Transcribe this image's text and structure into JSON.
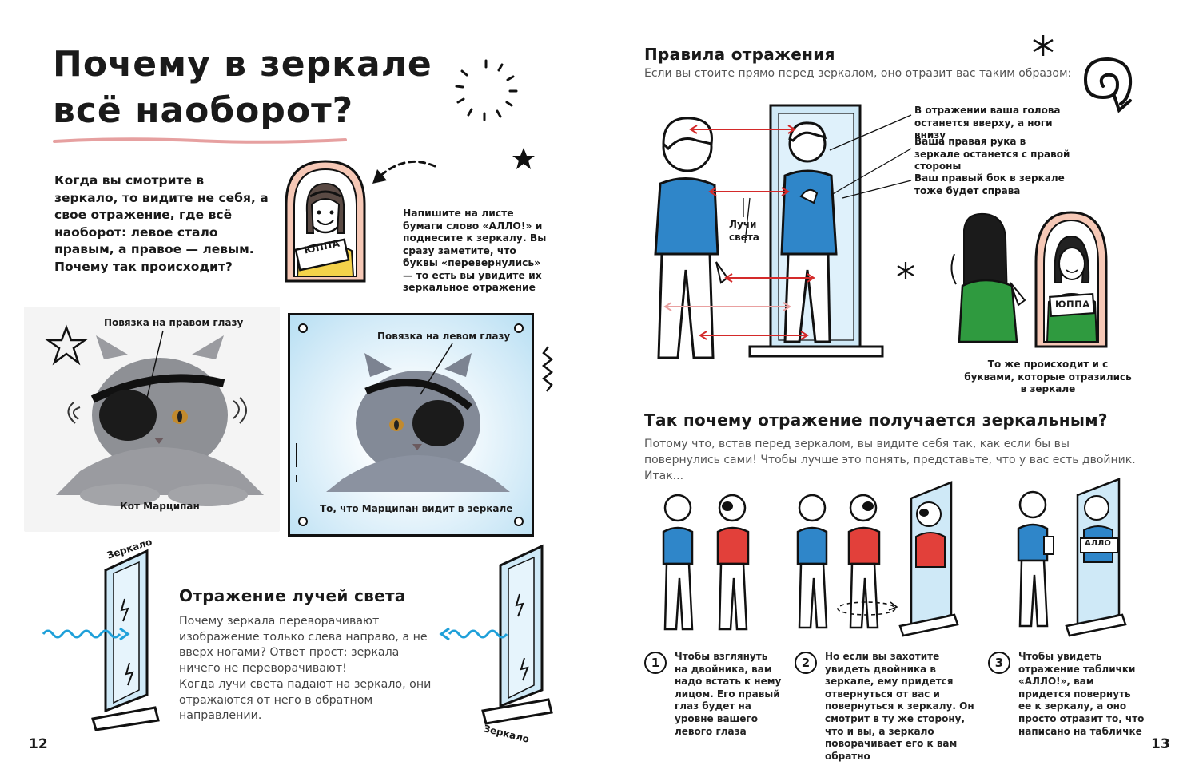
{
  "left_page": {
    "title_line1": "Почему в зеркале",
    "title_line2": "всё наоборот?",
    "intro": "Когда вы смотрите в зеркало, то видите не себя, а свое отражение, где всё наоборот: левое стало правым, а правое — левым. Почему так происходит?",
    "sign_text": "ЮППА",
    "note": "Напишите на листе бумаги слово «АЛЛО!» и поднесите к зеркалу. Вы сразу заметите, что буквы «перевернулись» — то есть вы увидите их зеркальное отражение",
    "cat_left_label": "Повязка на правом глазу",
    "cat_left_caption": "Кот Марципан",
    "cat_right_label": "Повязка на левом глазу",
    "cat_right_caption": "То, что Марципан видит в зеркале",
    "mirror_label_top": "Зеркало",
    "mirror_label_bottom": "Зеркало",
    "section_title": "Отражение лучей света",
    "section_p1": "Почему зеркала переворачивают изображение только слева направо, а не вверх ногами? Ответ прост: зеркала ничего не переворачивают!",
    "section_p2": "Когда лучи света падают на зеркало, они отражаются от него в обратном направлении.",
    "page_number": "12"
  },
  "right_page": {
    "rules_title": "Правила отражения",
    "rules_sub": "Если вы стоите прямо перед зеркалом, оно отразит вас таким образом:",
    "rule1": "В отражении ваша голова останется вверху, а ноги внизу",
    "rule2": "Ваша правая рука в зеркале останется с правой стороны",
    "rule3": "Ваш правый бок в зеркале тоже будет справа",
    "rays_label": "Лучи света",
    "letters_caption": "То же происходит и с буквами, которые отразились в зеркале",
    "sign_text": "ЮППА",
    "why_title": "Так почему отражение получается зеркальным?",
    "why_sub": "Потому что, встав перед зеркалом, вы видите себя так, как если бы вы повернулись сами! Чтобы лучше это понять, представьте, что у вас есть двойник. Итак...",
    "mirror_sign_text": "АЛЛО",
    "steps": [
      {
        "num": "1",
        "text": "Чтобы взглянуть на двойника, вам надо встать к нему лицом. Его правый глаз будет на уровне вашего левого глаза"
      },
      {
        "num": "2",
        "text": "Но если вы захотите увидеть двойника в зеркале, ему придется отвернуться от вас и повернуться к зеркалу. Он смотрит в ту же сторону, что и вы, а зеркало поворачивает его к вам обратно"
      },
      {
        "num": "3",
        "text": "Чтобы увидеть отражение таблички «АЛЛО!», вам придется повернуть ее к зеркалу, а оно просто отразит то, что написано на табличке"
      }
    ],
    "page_number": "13"
  },
  "colors": {
    "blue": "#2f86c9",
    "red": "#e2403a",
    "mirror": "#cfe9f7",
    "arrow_red": "#d42a2a",
    "green": "#2f9a3f",
    "pink_underline": "#e6a0a0",
    "wave_blue": "#1fa0d9"
  }
}
